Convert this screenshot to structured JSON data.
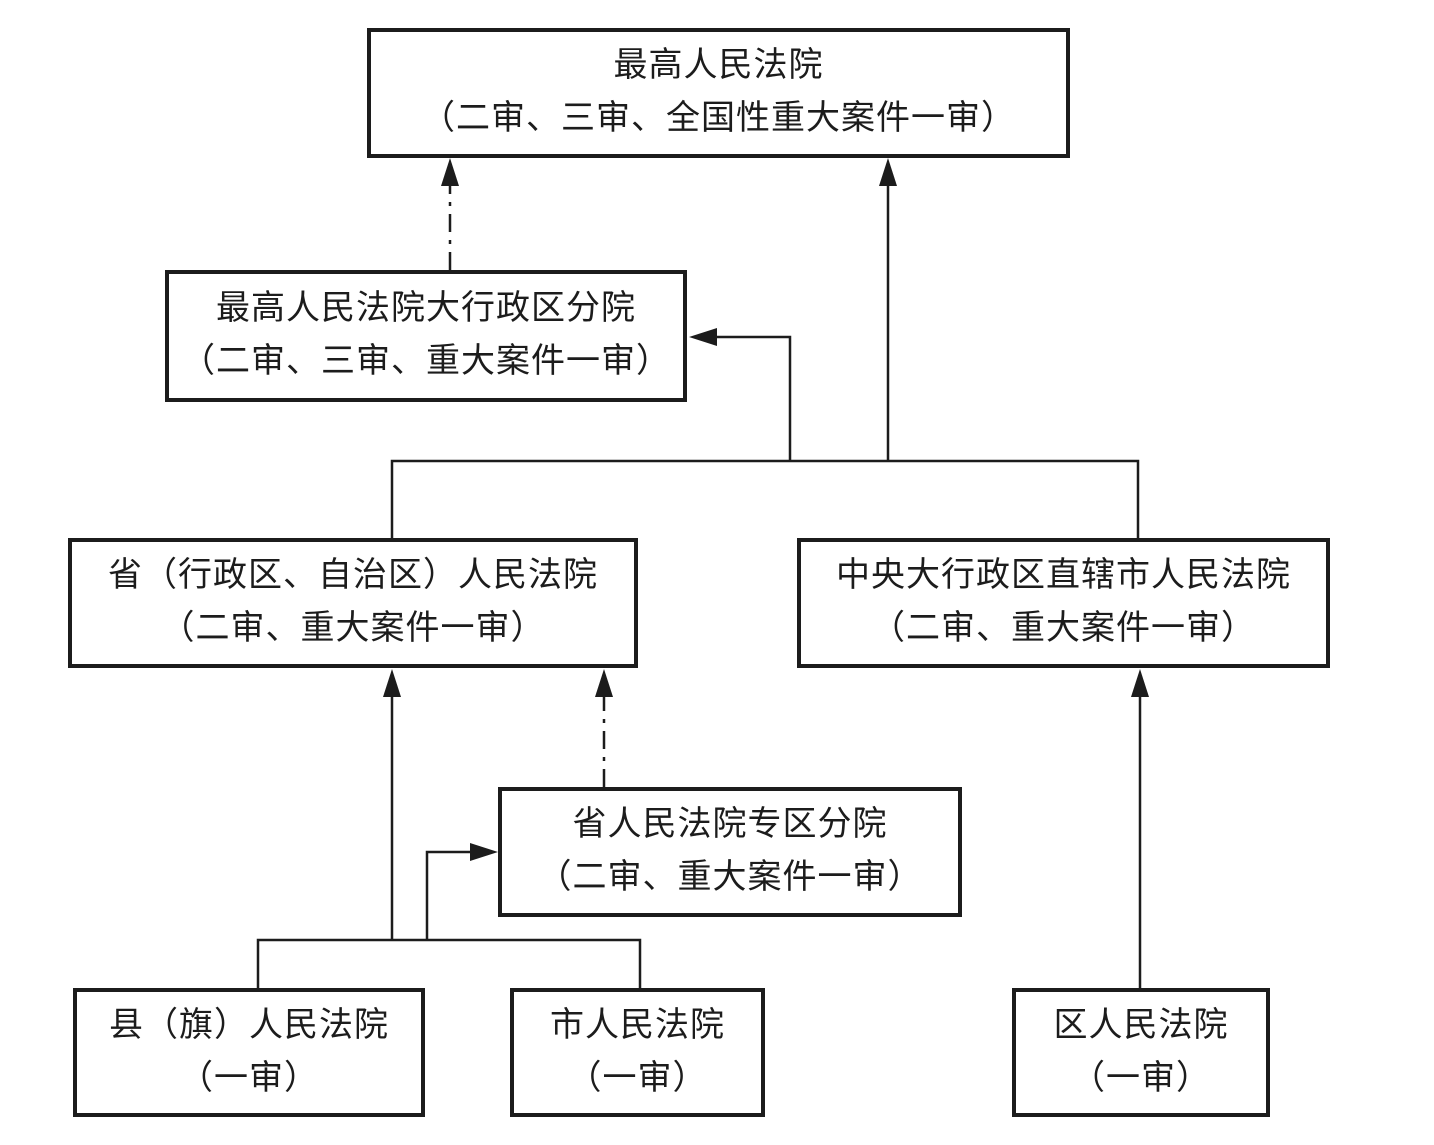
{
  "diagram": {
    "background_color": "#ffffff",
    "line_color": "#1c1c1c",
    "description": "中国法院体系层级图"
  },
  "nodes": {
    "supreme": {
      "title": "最高人民法院",
      "subtitle": "（二审、三审、全国性重大案件一审）"
    },
    "regional_branch": {
      "title": "最高人民法院大行政区分院",
      "subtitle": "（二审、三审、重大案件一审）"
    },
    "provincial": {
      "title": "省（行政区、自治区）人民法院",
      "subtitle": "（二审、重大案件一审）"
    },
    "central_municipal": {
      "title": "中央大行政区直辖市人民法院",
      "subtitle": "（二审、重大案件一审）"
    },
    "prefecture_branch": {
      "title": "省人民法院专区分院",
      "subtitle": "（二审、重大案件一审）"
    },
    "county": {
      "title": "县（旗）人民法院",
      "subtitle": "（一审）"
    },
    "city": {
      "title": "市人民法院",
      "subtitle": "（一审）"
    },
    "district": {
      "title": "区人民法院",
      "subtitle": "（一审）"
    }
  }
}
